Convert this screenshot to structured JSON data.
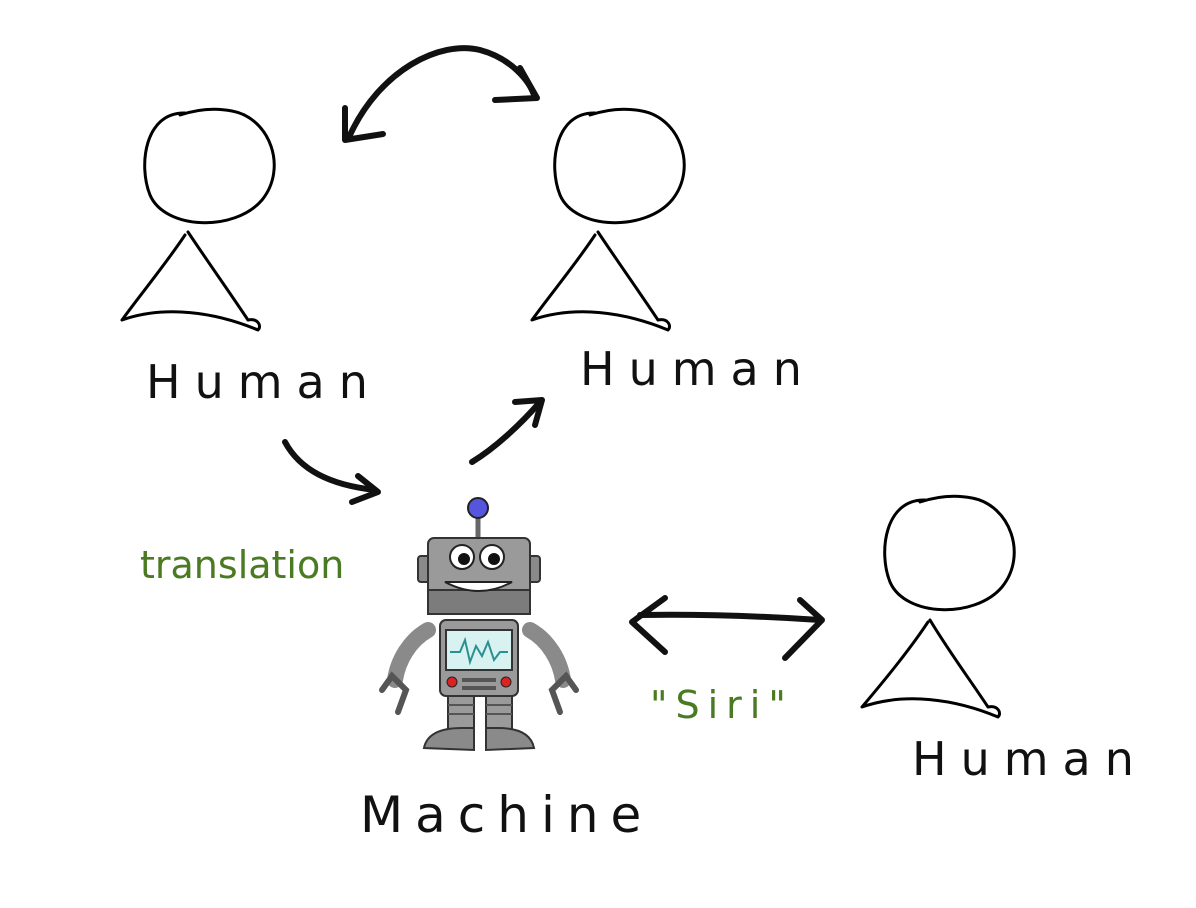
{
  "nodes": {
    "human_top_left": {
      "label": "Human"
    },
    "human_top_right": {
      "label": "Human"
    },
    "human_bottom_right": {
      "label": "Human"
    },
    "machine": {
      "label": "Machine"
    }
  },
  "annotations": {
    "translation": "translation",
    "siri": "\"Siri\""
  },
  "colors": {
    "ink": "#111111",
    "annotation_green": "#4a7a22",
    "robot_gray": "#8f8f8f",
    "robot_screen": "#d8f2f2",
    "antenna_blue": "#5555dd",
    "robot_lights": "#dd2222"
  },
  "icons": {
    "machine": "robot-icon",
    "human": "stick-figure-icon"
  }
}
